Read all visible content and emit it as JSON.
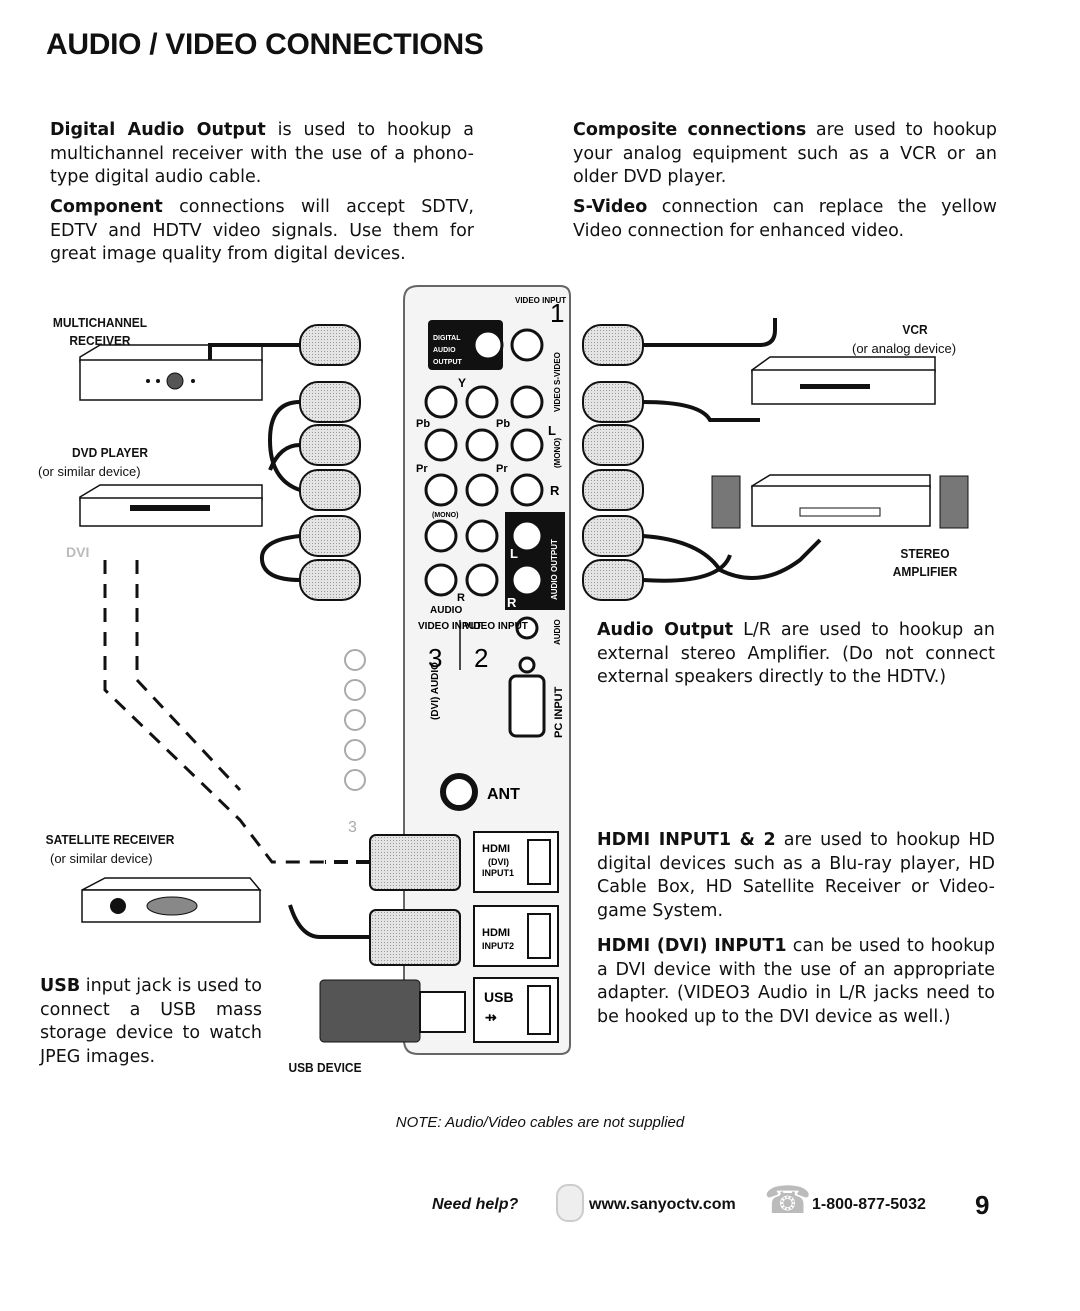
{
  "title": "AUDIO / VIDEO CONNECTIONS",
  "paragraphs": {
    "digital_audio": {
      "bold": "Digital Audio Output",
      "text": " is used to hookup a multichannel receiver with the use of a phono-type digital audio cable."
    },
    "component": {
      "bold": "Component",
      "text": " connections will accept SDTV, EDTV and HDTV video signals. Use them for great image quality from digital devices."
    },
    "composite": {
      "bold": "Composite connections",
      "text": " are used to hookup your analog equipment such as a VCR or an older DVD player."
    },
    "svideo": {
      "bold": "S-Video",
      "text": " connection can replace the yellow Video connection for enhanced video."
    },
    "audio_output": {
      "bold": "Audio Output",
      "text": " L/R are used to hookup an external stereo Amplifier. (Do not connect external speakers directly to the HDTV.)"
    },
    "hdmi": {
      "bold": "HDMI INPUT1 & 2",
      "text": " are used to hookup HD digital devices such as a Blu-ray player, HD Cable Box, HD Satellite Receiver or Video-game System."
    },
    "hdmi_dvi": {
      "bold": "HDMI (DVI) INPUT1",
      "text": " can be used to hookup a DVI device with the use of an appropriate adapter. (VIDEO3 Audio in L/R jacks need to be hooked up to the DVI device as well.)"
    },
    "usb": {
      "bold": "USB",
      "text": " input jack is used to connect a USB mass storage device to watch JPEG images."
    }
  },
  "devices": {
    "multichannel_receiver": "MULTICHANNEL\nRECEIVER",
    "dvd_player": "DVD PLAYER",
    "dvd_player_sub": "(or similar device)",
    "dvi": "DVI",
    "vcr": "VCR",
    "vcr_sub": "(or analog device)",
    "stereo_amplifier": "STEREO\nAMPLIFIER",
    "satellite_receiver": "SATELLITE RECEIVER",
    "satellite_sub": "(or similar device)",
    "usb_device": "USB DEVICE"
  },
  "panel": {
    "digital_audio_output": "DIGITAL AUDIO OUTPUT",
    "video_input_1": "VIDEO INPUT",
    "input_num_1": "1",
    "svideo": "S-VIDEO",
    "video": "VIDEO",
    "mono": "(MONO)",
    "y": "Y",
    "pb": "Pb",
    "pr": "Pr",
    "l": "L",
    "r": "R",
    "audio": "AUDIO",
    "audio_output": "AUDIO OUTPUT",
    "video_input_3": "VIDEO INPUT",
    "video_input_2": "VIDEO INPUT",
    "num3": "3",
    "num2": "2",
    "dvi_audio": "(DVI) AUDIO",
    "pc_input": "PC INPUT",
    "ant": "ANT",
    "hdmi1": "HDMI",
    "hdmi1_dvi": "(DVI)",
    "hdmi1_input": "INPUT1",
    "hdmi2": "HDMI",
    "hdmi2_input": "INPUT2",
    "usb": "USB"
  },
  "note": "NOTE: Audio/Video cables are not supplied",
  "footer": {
    "need_help": "Need help?",
    "website": "www.sanyoctv.com",
    "phone": "1-800-877-5032",
    "page": "9"
  }
}
